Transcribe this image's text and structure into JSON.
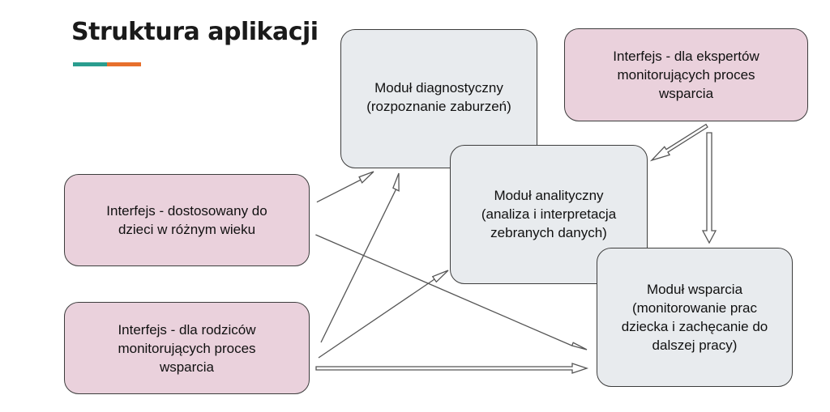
{
  "slide": {
    "title": "Struktura aplikacji",
    "accent_colors": [
      "#2a9d8f",
      "#e76f2c"
    ]
  },
  "boxes": {
    "diagnostic": {
      "lines": [
        "Moduł diagnostyczny",
        "(rozpoznanie zaburzeń)"
      ],
      "fill": "#e8ebee"
    },
    "expert_interface": {
      "lines": [
        "Interfejs - dla ekspertów",
        "monitorujących proces",
        "wsparcia"
      ],
      "fill": "#ead1dc"
    },
    "child_interface": {
      "lines": [
        "Interfejs - dostosowany do",
        "dzieci w różnym wieku"
      ],
      "fill": "#ead1dc"
    },
    "analytic": {
      "lines": [
        "Moduł analityczny",
        "(analiza i interpretacja",
        "zebranych danych)"
      ],
      "fill": "#e8ebee"
    },
    "parent_interface": {
      "lines": [
        "Interfejs - dla rodziców",
        "monitorujących proces",
        "wsparcia"
      ],
      "fill": "#ead1dc"
    },
    "support": {
      "lines": [
        "Moduł wsparcia",
        "(monitorowanie prac",
        "dziecka i zachęcanie do",
        "dalszej pracy)"
      ],
      "fill": "#e8ebee"
    }
  },
  "connections": [
    {
      "from": "child_interface",
      "to": "diagnostic"
    },
    {
      "from": "child_interface",
      "to": "support"
    },
    {
      "from": "parent_interface",
      "to": "diagnostic"
    },
    {
      "from": "parent_interface",
      "to": "analytic"
    },
    {
      "from": "parent_interface",
      "to": "support"
    },
    {
      "from": "expert_interface",
      "to": "analytic"
    },
    {
      "from": "expert_interface",
      "to": "support"
    }
  ]
}
